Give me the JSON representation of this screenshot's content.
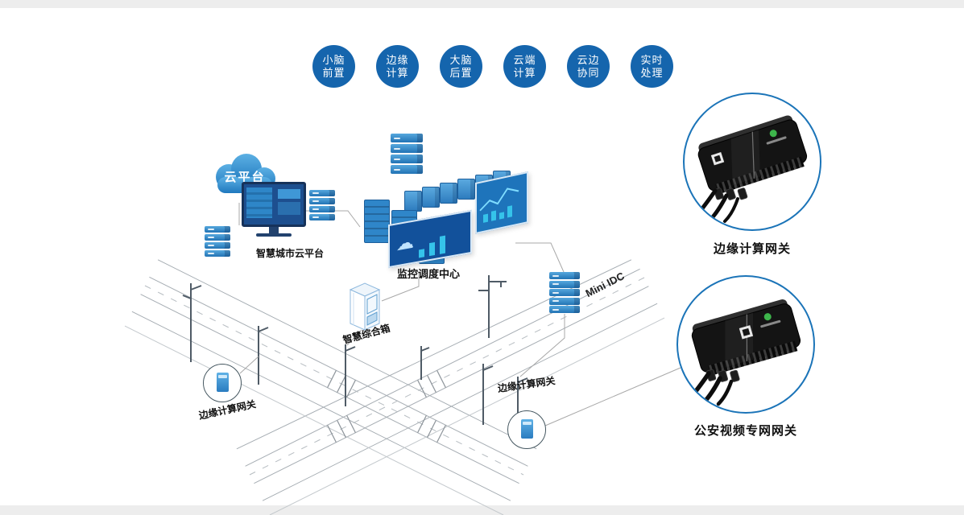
{
  "colors": {
    "badge_blue": "#1565ad",
    "diagram_blue": "#2e7fc4",
    "ring_blue": "#1b74b8",
    "led_green": "#3db54b"
  },
  "badges": [
    {
      "line1": "小脑",
      "line2": "前置"
    },
    {
      "line1": "边缘",
      "line2": "计算"
    },
    {
      "line1": "大脑",
      "line2": "后置"
    },
    {
      "line1": "云端",
      "line2": "计算"
    },
    {
      "line1": "云边",
      "line2": "协同"
    },
    {
      "line1": "实时",
      "line2": "处理"
    }
  ],
  "labels": {
    "cloud": "云平台",
    "city_platform": "智慧城市云平台",
    "control_center": "监控调度中心",
    "smart_box": "智慧综合箱",
    "mini_idc": "Mini IDC",
    "pole_gateway_left": "边缘计算网关",
    "pole_gateway_right": "边缘计算网关"
  },
  "products": [
    {
      "label": "边缘计算网关"
    },
    {
      "label": "公安视频专网网关"
    }
  ],
  "icons": {
    "cloud_glyph": "☁"
  }
}
